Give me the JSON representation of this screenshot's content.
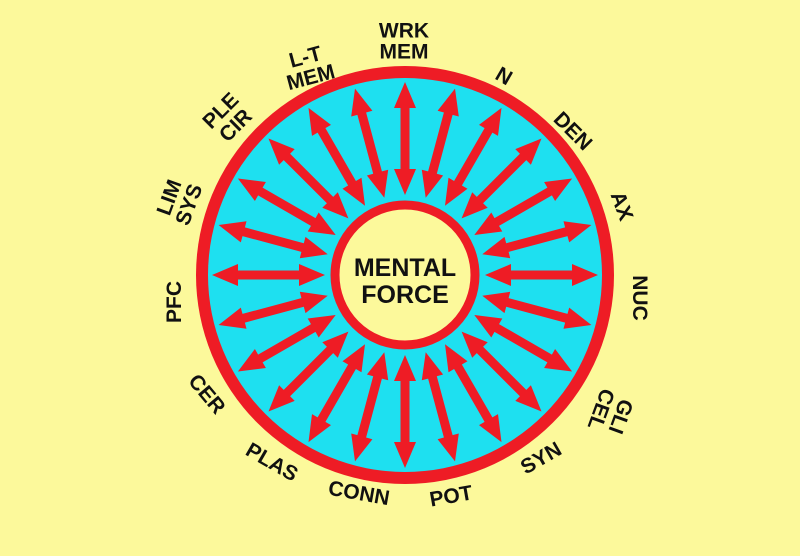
{
  "colors": {
    "background": "#fcf99b",
    "ring": "#ee1c25",
    "field": "#1ee0f0",
    "hub": "#fcf99b",
    "arrow": "#ee1c25",
    "text": "#111111"
  },
  "center": {
    "line1": "MENTAL",
    "line2": "FORCE"
  },
  "labels": [
    {
      "id": "wrk-mem",
      "lines": [
        "WRK",
        "MEM"
      ]
    },
    {
      "id": "n",
      "lines": [
        "N"
      ]
    },
    {
      "id": "den",
      "lines": [
        "DEN"
      ]
    },
    {
      "id": "ax",
      "lines": [
        "AX"
      ]
    },
    {
      "id": "nuc",
      "lines": [
        "NUC"
      ]
    },
    {
      "id": "gli-cel",
      "lines": [
        "GLI",
        "CEL"
      ]
    },
    {
      "id": "syn",
      "lines": [
        "SYN"
      ]
    },
    {
      "id": "pot",
      "lines": [
        "POT"
      ]
    },
    {
      "id": "conn",
      "lines": [
        "CONN"
      ]
    },
    {
      "id": "plas",
      "lines": [
        "PLAS"
      ]
    },
    {
      "id": "cer",
      "lines": [
        "CER"
      ]
    },
    {
      "id": "pfc",
      "lines": [
        "PFC"
      ]
    },
    {
      "id": "lim-sys",
      "lines": [
        "LIM",
        "SYS"
      ]
    },
    {
      "id": "ple-cir",
      "lines": [
        "PLE",
        "CIR"
      ]
    },
    {
      "id": "l-t-mem",
      "lines": [
        "L-T",
        "MEM"
      ]
    }
  ]
}
